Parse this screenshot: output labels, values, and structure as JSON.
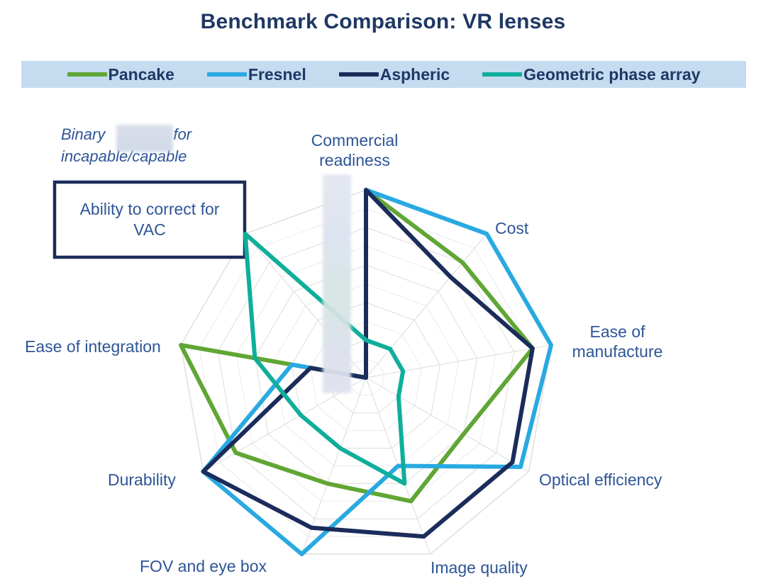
{
  "title": "Benchmark Comparison: VR lenses",
  "annotation": {
    "prefix": "Binary",
    "suffix": "for",
    "line2": "incapable/capable"
  },
  "chart_data": {
    "type": "radar",
    "title": "Benchmark Comparison: VR lenses",
    "axes": [
      "Commercial readiness",
      "Cost",
      "Ease of manufacture",
      "Optical efficiency",
      "Image quality",
      "FOV and eye box",
      "Durability",
      "Ease of integration",
      "Ability to correct for VAC"
    ],
    "scale": {
      "min": 0,
      "max": 10,
      "ring_step": 1
    },
    "legend_position": "top",
    "grid": true,
    "series": [
      {
        "name": "Pancake",
        "color": "#60A634",
        "values": [
          10,
          8,
          9,
          6,
          7,
          6,
          8,
          10,
          0
        ]
      },
      {
        "name": "Fresnel",
        "color": "#29A9E1",
        "values": [
          10,
          10,
          10,
          9.5,
          5,
          10,
          10,
          4,
          0
        ]
      },
      {
        "name": "Aspheric",
        "color": "#1B2C5B",
        "values": [
          10,
          7,
          9,
          9,
          9,
          8.5,
          10,
          3,
          0
        ]
      },
      {
        "name": "Geometric phase array",
        "color": "#0FAE9B",
        "values": [
          2,
          2,
          2,
          2,
          6,
          4,
          4,
          6,
          10
        ]
      }
    ],
    "colors": {
      "axis_label_text": "#2E5597",
      "title_text": "#1F3864",
      "legend_background": "#C4DBF0",
      "gridline": "#DBDBDB"
    }
  }
}
